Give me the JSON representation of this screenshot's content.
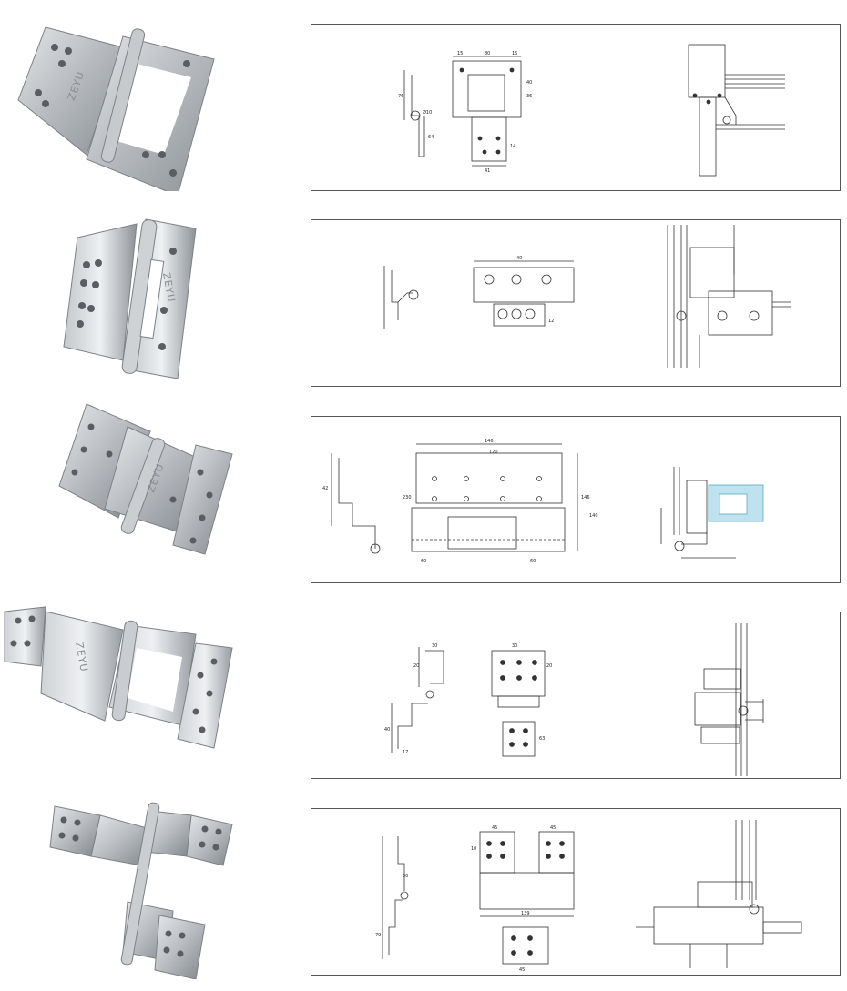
{
  "colors": {
    "steel_light": "#d9dcdf",
    "steel_mid": "#b4b8bd",
    "steel_dark": "#7d8287",
    "line": "#333333",
    "cyan_profile": "#bfe3ee"
  },
  "rows": [
    {
      "name": "row-1",
      "brand": "ZEYU"
    },
    {
      "name": "row-2",
      "brand": "ZEYU"
    },
    {
      "name": "row-3",
      "brand": "ZEYU"
    },
    {
      "name": "row-4",
      "brand": "ZEYU"
    },
    {
      "name": "row-5",
      "brand": ""
    }
  ],
  "dims": {
    "r1": [
      "15",
      "80",
      "15",
      "76",
      "40",
      "36",
      "Ø10",
      "64",
      "41",
      "14"
    ],
    "r2": [
      "40",
      "12"
    ],
    "r3": [
      "146",
      "120",
      "60",
      "60",
      "42",
      "146",
      "230",
      "140"
    ],
    "r4": [
      "30",
      "20",
      "30",
      "20",
      "40",
      "17",
      "63"
    ],
    "r5": [
      "45",
      "45",
      "10",
      "30",
      "79",
      "139",
      "45"
    ]
  }
}
